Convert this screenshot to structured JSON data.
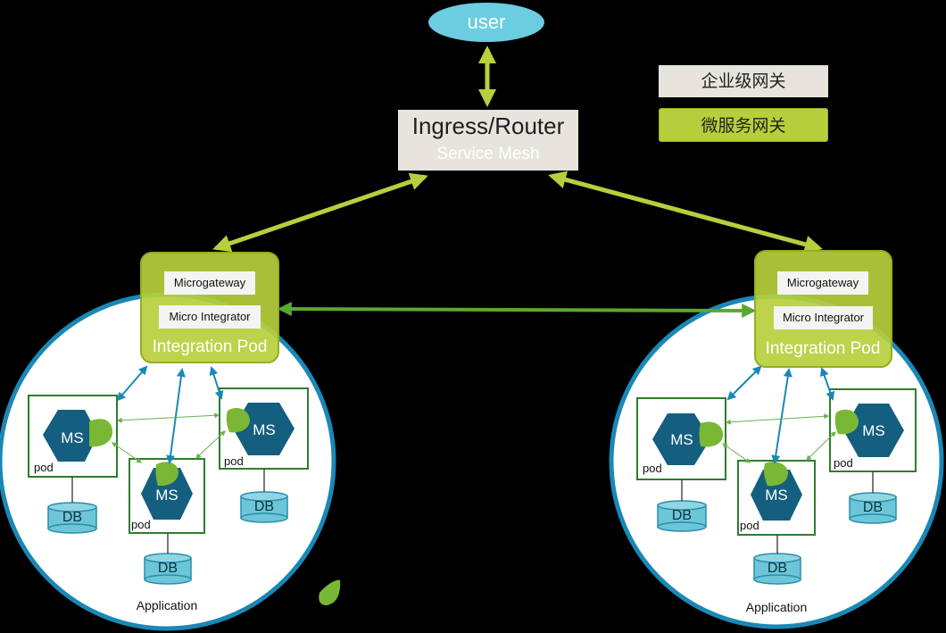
{
  "user": {
    "label": "user"
  },
  "ingress": {
    "title": "Ingress/Router",
    "subtitle": "Service Mesh"
  },
  "legend": {
    "enterprise_gateway": "企业级网关",
    "microservice_gateway": "微服务网关"
  },
  "integration": {
    "microgateway": "Microgateway",
    "micro_integrator": "Micro Integrator",
    "pod_label": "Integration Pod"
  },
  "service": {
    "ms": "MS",
    "pod": "pod",
    "db": "DB"
  },
  "application": {
    "label": "Application"
  },
  "colors": {
    "lime": "#b7cf3c",
    "cyan": "#1a88b6",
    "ms_fill": "#145f7f",
    "leaf": "#7ab735",
    "db_fill": "#6cc6d8",
    "pod_border": "#2e7d2e"
  }
}
